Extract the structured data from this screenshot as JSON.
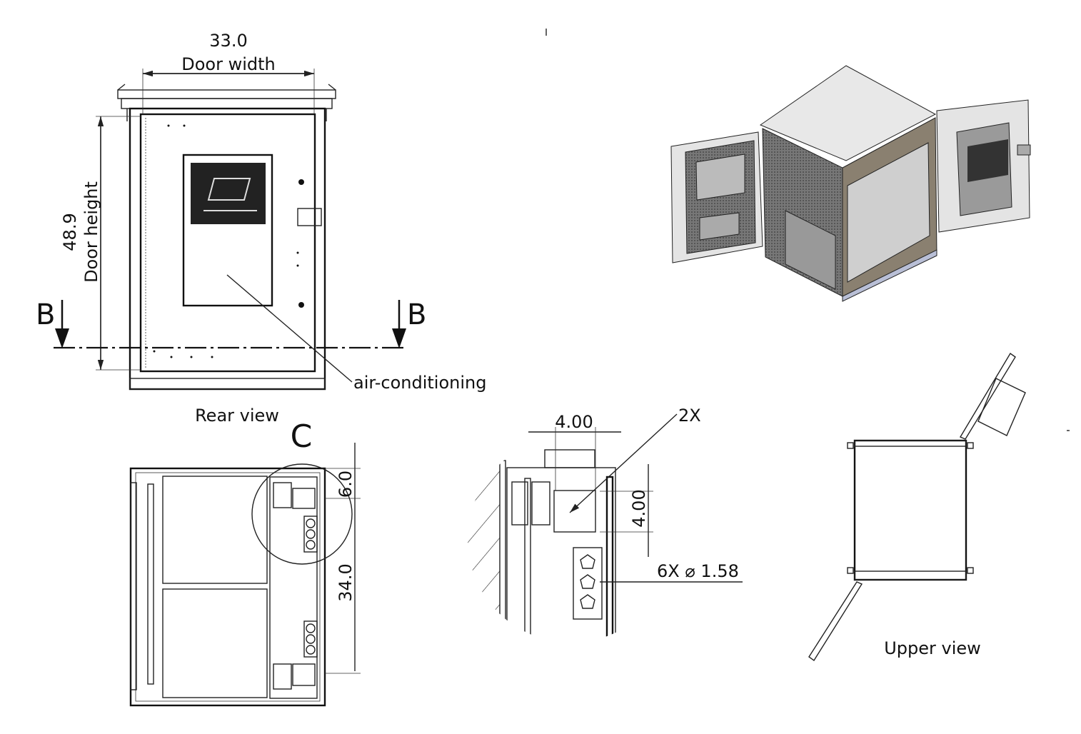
{
  "rear_view": {
    "door_width_value": "33.0",
    "door_width_label": "Door width",
    "door_height_value": "48.9",
    "door_height_label": "Door height",
    "section_left": "B",
    "section_right": "B",
    "callout": "air-conditioning",
    "caption": "Rear view"
  },
  "section_view": {
    "detail_marker": "C",
    "dim_top": "6.0",
    "dim_main": "34.0"
  },
  "detail_view": {
    "dim_width": "4.00",
    "dim_height": "4.00",
    "count_note": "2X",
    "hole_note": "6X ⌀ 1.58"
  },
  "upper_view": {
    "caption": "Upper view"
  },
  "colors": {
    "line": "#111111",
    "panel_grey": "#bdbdbd",
    "frame_brown": "#8a8070",
    "base_blue": "#b9bfd6"
  }
}
